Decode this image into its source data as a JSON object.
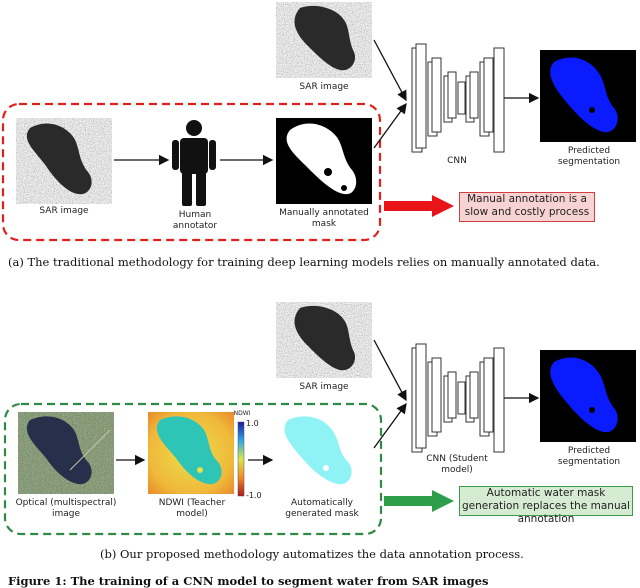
{
  "panel_a": {
    "sar_top_label": "SAR image",
    "sar_label": "SAR image",
    "human_label": "Human annotator",
    "mask_label": "Manually annotated mask",
    "cnn_label": "CNN",
    "pred_label": "Predicted segmentation",
    "callout": "Manual annotation is a slow and costly process",
    "caption": "(a) The traditional methodology for training deep learning models relies on manually annotated data."
  },
  "panel_b": {
    "sar_top_label": "SAR image",
    "optical_label": "Optical (multispectral) image",
    "ndwi_label": "NDWI (Teacher model)",
    "ndwi_title": "NDWI",
    "ndwi_max": "1.0",
    "ndwi_min": "-1.0",
    "auto_mask_label": "Automatically generated mask",
    "cnn_label": "CNN (Student model)",
    "pred_label": "Predicted segmentation",
    "callout": "Automatic water mask generation replaces the manual annotation",
    "caption": "(b) Our proposed methodology automatizes the data annotation process."
  },
  "figure_caption_partial": "Figure 1: The training of a CNN model to segment water from SAR images",
  "colors": {
    "red_dashed": "#e0201c",
    "green_dashed": "#2e8b45",
    "red_callout_fill": "#f8d3d3",
    "green_callout_fill": "#d6ecd2",
    "pred_blue": "#0a1bff",
    "auto_mask_cyan": "#8ff3f5"
  }
}
